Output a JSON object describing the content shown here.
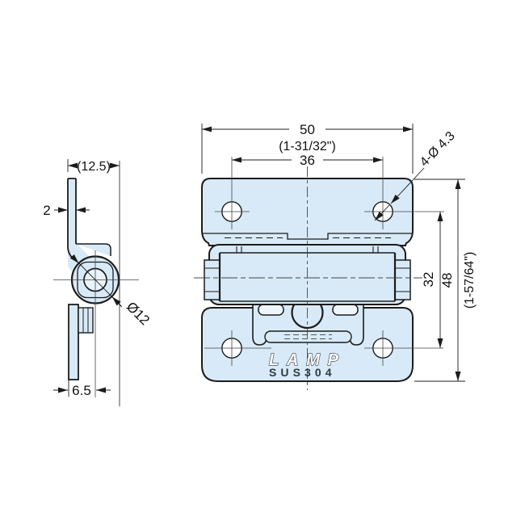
{
  "drawing": {
    "type": "technical-drawing",
    "product": "stainless-steel-hinge",
    "brand": "LAMP",
    "material": "SUS304",
    "colors": {
      "part_fill": "#d8eaf7",
      "line": "#1c1c1c",
      "hole_fill": "#ffffff"
    },
    "side_view": {
      "dimensions": {
        "flange_projection": "(12.5)",
        "plate_thickness": "2",
        "knuckle_diameter": "Ø12",
        "pivot_offset": "6.5"
      }
    },
    "front_view": {
      "dimensions": {
        "overall_width_mm": "50",
        "overall_width_in": "(1-31/32\")",
        "hole_pitch_horizontal": "36",
        "mounting_holes": "4-Ø 4.3",
        "hole_pitch_vertical": "32",
        "overall_height_mm": "48",
        "overall_height_in": "(1-57/64\")"
      }
    }
  }
}
